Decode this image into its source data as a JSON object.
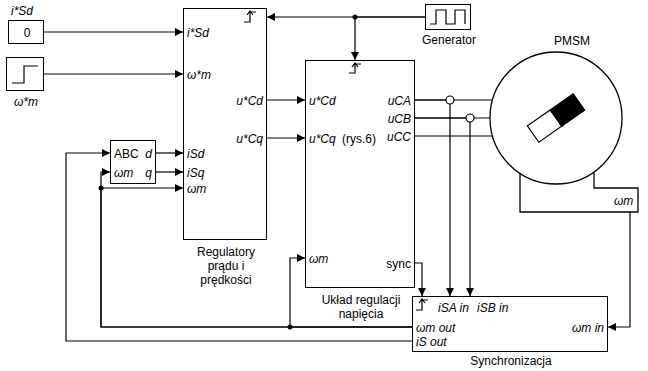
{
  "diagram": {
    "nodes": [
      {
        "text": [
          "i*Sd",
          "0"
        ]
      },
      {
        "text": [
          "ω*m"
        ]
      },
      {
        "text": [
          "ABC",
          "d",
          "ωm",
          "q"
        ]
      },
      {
        "text": [
          "i*Sd",
          "ω*m",
          "iSd",
          "iSq",
          "ωm",
          "u*Cd",
          "u*Cq",
          "Regulatory prądu i prędkości"
        ]
      },
      {
        "text": [
          "Generator"
        ]
      },
      {
        "text": [
          "u*Cd",
          "u*Cq",
          "(rys.6)",
          "ωm",
          "uCA",
          "uCB",
          "uCC",
          "sync",
          "Układ regulacji napięcia"
        ]
      },
      {
        "text": [
          "PMSM",
          "ωm"
        ]
      },
      {
        "text": [
          "ωm out",
          "iS out",
          "iSA in",
          "iSB in",
          "ωm in",
          "Synchronizacja"
        ]
      }
    ],
    "edges": [
      {
        "from": 0,
        "to": 3,
        "arrow": "to"
      },
      {
        "from": 1,
        "to": 3,
        "arrow": "to"
      },
      {
        "from": 2,
        "to": 3,
        "arrow": "to"
      },
      {
        "from": 2,
        "to": 3,
        "arrow": "to"
      },
      {
        "from": 4,
        "to": 3,
        "arrow": "to"
      },
      {
        "from": 4,
        "to": 5,
        "arrow": "to"
      },
      {
        "from": 3,
        "to": 5,
        "arrow": "to"
      },
      {
        "from": 3,
        "to": 5,
        "arrow": "to"
      },
      {
        "from": 5,
        "to": 6,
        "arrow": "none"
      },
      {
        "from": 5,
        "to": 6,
        "arrow": "none"
      },
      {
        "from": 5,
        "to": 6,
        "arrow": "none"
      },
      {
        "from": 5,
        "to": 7,
        "arrow": "to"
      },
      {
        "from": 5,
        "to": 7,
        "arrow": "to"
      },
      {
        "from": 5,
        "to": 7,
        "arrow": "to"
      },
      {
        "from": 6,
        "to": 7,
        "arrow": "to"
      },
      {
        "from": 7,
        "to": 3,
        "arrow": "to"
      },
      {
        "from": 7,
        "to": 2,
        "arrow": "to"
      },
      {
        "from": 7,
        "to": 2,
        "arrow": "to"
      },
      {
        "from": 7,
        "to": 5,
        "arrow": "to"
      }
    ]
  }
}
